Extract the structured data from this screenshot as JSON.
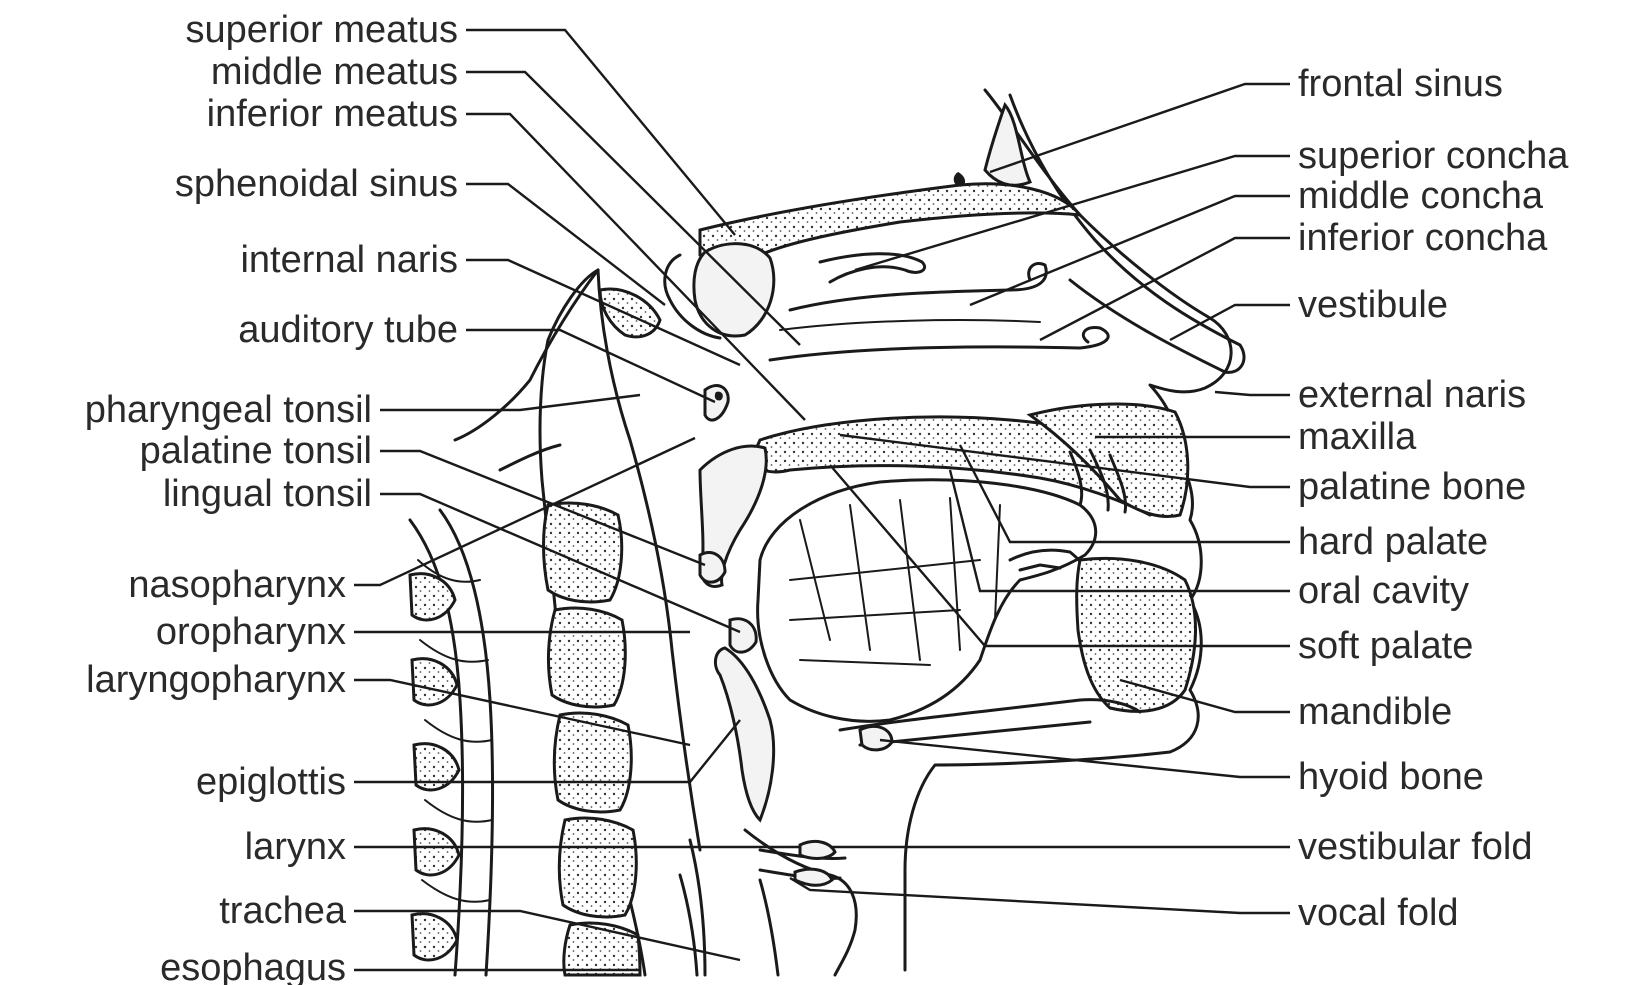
{
  "labels_left": [
    {
      "id": "superior-meatus",
      "text": "superior meatus"
    },
    {
      "id": "middle-meatus",
      "text": "middle meatus"
    },
    {
      "id": "inferior-meatus",
      "text": "inferior meatus"
    },
    {
      "id": "sphenoidal-sinus",
      "text": "sphenoidal sinus"
    },
    {
      "id": "internal-naris",
      "text": "internal naris"
    },
    {
      "id": "auditory-tube",
      "text": "auditory tube"
    },
    {
      "id": "pharyngeal-tonsil",
      "text": "pharyngeal tonsil"
    },
    {
      "id": "palatine-tonsil",
      "text": "palatine tonsil"
    },
    {
      "id": "lingual-tonsil",
      "text": "lingual tonsil"
    },
    {
      "id": "nasopharynx",
      "text": "nasopharynx"
    },
    {
      "id": "oropharynx",
      "text": "oropharynx"
    },
    {
      "id": "laryngopharynx",
      "text": "laryngopharynx"
    },
    {
      "id": "epiglottis",
      "text": "epiglottis"
    },
    {
      "id": "larynx",
      "text": "larynx"
    },
    {
      "id": "trachea",
      "text": "trachea"
    },
    {
      "id": "esophagus",
      "text": "esophagus"
    }
  ],
  "labels_right": [
    {
      "id": "frontal-sinus",
      "text": "frontal sinus"
    },
    {
      "id": "superior-concha",
      "text": "superior concha"
    },
    {
      "id": "middle-concha",
      "text": "middle concha"
    },
    {
      "id": "inferior-concha",
      "text": "inferior concha"
    },
    {
      "id": "vestibule",
      "text": "vestibule"
    },
    {
      "id": "external-naris",
      "text": "external naris"
    },
    {
      "id": "maxilla",
      "text": "maxilla"
    },
    {
      "id": "palatine-bone",
      "text": "palatine bone"
    },
    {
      "id": "hard-palate",
      "text": "hard palate"
    },
    {
      "id": "oral-cavity",
      "text": "oral cavity"
    },
    {
      "id": "soft-palate",
      "text": "soft palate"
    },
    {
      "id": "mandible",
      "text": "mandible"
    },
    {
      "id": "hyoid-bone",
      "text": "hyoid bone"
    },
    {
      "id": "vestibular-fold",
      "text": "vestibular fold"
    },
    {
      "id": "vocal-fold",
      "text": "vocal fold"
    }
  ]
}
